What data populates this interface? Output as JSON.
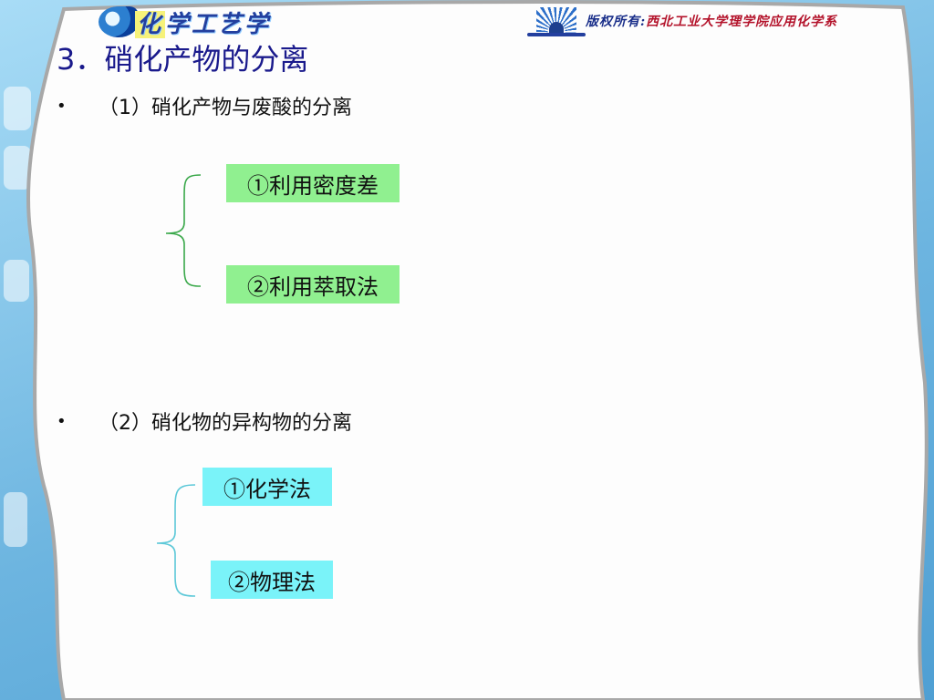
{
  "header": {
    "logo_text_highlight": "化",
    "logo_text_rest": "学工艺学",
    "copyright_label": "版权所有:",
    "copyright_owner": "西北工业大学理学院应用化学系"
  },
  "slide": {
    "title": "3．硝化产物的分离",
    "sections": [
      {
        "bullet": "•",
        "heading": "（1）硝化产物与废酸的分离",
        "options": [
          "①利用密度差",
          "②利用萃取法"
        ]
      },
      {
        "bullet": "•",
        "heading": "（2）硝化物的异构物的分离",
        "options": [
          "①化学法",
          "②物理法"
        ]
      }
    ]
  },
  "colors": {
    "title": "#1a1a8c",
    "box_section1": "#90f090",
    "box_section2": "#7af3f9",
    "brace_section1": "#3aa84a",
    "brace_section2": "#5cc8d8",
    "background_blue": "#6db5e0"
  }
}
